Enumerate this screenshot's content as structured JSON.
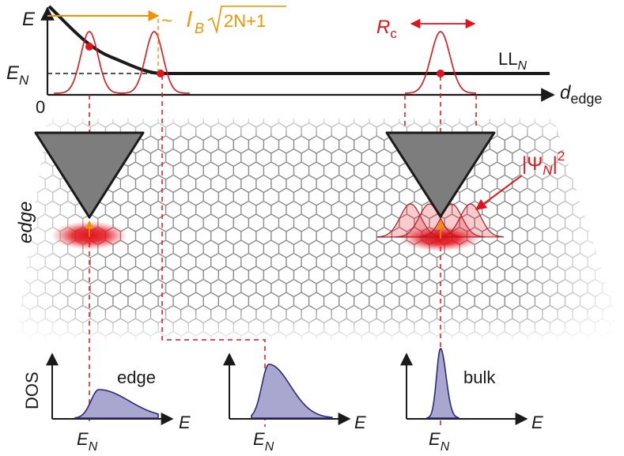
{
  "colors": {
    "red": "#e3121b",
    "orange": "#f39200",
    "navy": "#2b2a7a",
    "dos_fill": "#a9a6cf",
    "tip": "#7d7d7d",
    "lattice": "#8c8c8c",
    "axis": "#1a1a1a"
  },
  "top_axis": {
    "y_label": "E",
    "level_label_main": "E",
    "level_label_sub": "N",
    "origin_label": "0",
    "x_label_main": "d",
    "x_label_sub": "edge",
    "ll_label_main": "LL",
    "ll_label_sub": "N",
    "rc_label_main": "R",
    "rc_label_sub": "c",
    "magnetic_length": {
      "prefix": "~ ",
      "l": "l",
      "l_sub": "B",
      "radicand": "2N+1"
    }
  },
  "wavefunction_label": {
    "psi": "|Ψ",
    "psi_sub": "N",
    "close": "|",
    "power": "2"
  },
  "edge_side_label": "edge",
  "dos": {
    "y_label": "DOS",
    "panels": [
      {
        "title": "edge",
        "x_label": "E",
        "level_main": "E",
        "level_sub": "N"
      },
      {
        "title": "",
        "x_label": "E",
        "level_main": "E",
        "level_sub": "N"
      },
      {
        "title": "bulk",
        "x_label": "E",
        "level_main": "E",
        "level_sub": "N"
      }
    ]
  }
}
